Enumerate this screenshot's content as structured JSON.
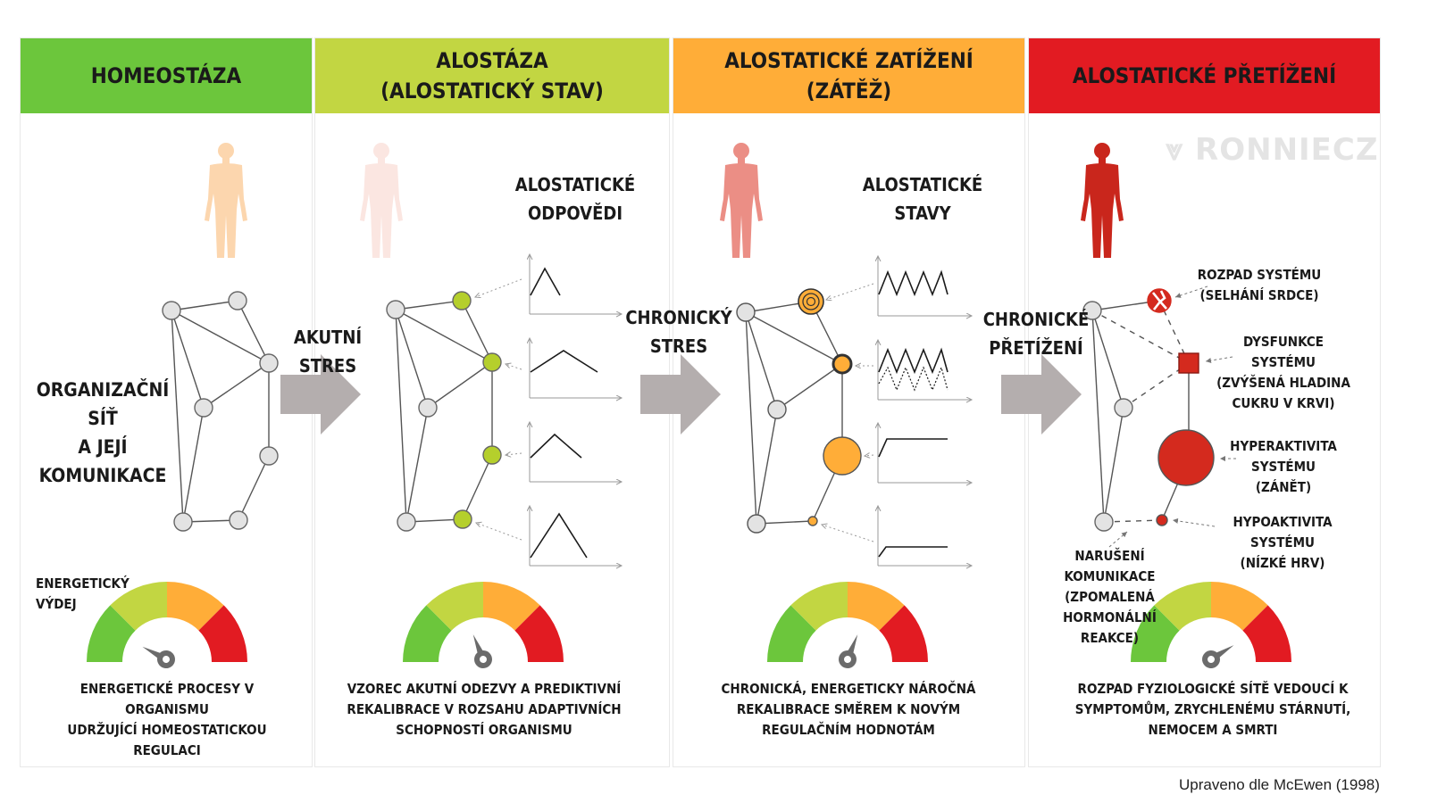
{
  "headers": {
    "homeostasis": [
      "HOMEOSTÁZA"
    ],
    "allostasis": [
      "ALOSTÁZA",
      "(ALOSTATICKÝ STAV)"
    ],
    "load": [
      "ALOSTATICKÉ ZATÍŽENÍ",
      "(ZÁTĚŽ)"
    ],
    "overload": [
      "ALOSTATICKÉ PŘETÍŽENÍ"
    ]
  },
  "colors": {
    "green": "#6cc63c",
    "yellow_green": "#c2d642",
    "orange": "#ffad38",
    "red": "#e21b22"
  },
  "network_label": [
    "ORGANIZAČNÍ SÍŤ",
    "A JEJÍ",
    "KOMUNIKACE"
  ],
  "arrows": {
    "acute": [
      "AKUTNÍ STRES"
    ],
    "chronic": [
      "CHRONICKÝ",
      "STRES"
    ],
    "overload": [
      "CHRONICKÉ",
      "PŘETÍŽENÍ"
    ]
  },
  "responses_label": [
    "ALOSTATICKÉ",
    "ODPOVĚDI"
  ],
  "states_label": [
    "ALOSTATICKÉ",
    "STAVY"
  ],
  "energy_label": [
    "ENERGETICKÝ",
    "VÝDEJ"
  ],
  "descriptions": {
    "homeostasis": [
      "ENERGETICKÉ PROCESY V ORGANISMU",
      "UDRŽUJÍCÍ HOMEOSTATICKOU",
      "REGULACI"
    ],
    "allostasis": [
      "VZOREC AKUTNÍ ODEZVY A PREDIKTIVNÍ",
      "REKALIBRACE V ROZSAHU ADAPTIVNÍCH",
      "SCHOPNOSTÍ ORGANISMU"
    ],
    "load": [
      "CHRONICKÁ, ENERGETICKY NÁROČNÁ",
      "REKALIBRACE SMĚREM K NOVÝM",
      "REGULAČNÍM HODNOTÁM"
    ],
    "overload": [
      "ROZPAD FYZIOLOGICKÉ SÍTĚ VEDOUCÍ K",
      "SYMPTOMŮM, ZRYCHLENÉMU STÁRNUTÍ,",
      "NEMOCEM A SMRTI"
    ]
  },
  "overload_annotations": {
    "breakdown": [
      "ROZPAD SYSTÉMU",
      "(SELHÁNÍ SRDCE)"
    ],
    "dysfunction": [
      "DYSFUNKCE SYSTÉMU",
      "(ZVÝŠENÁ HLADINA",
      "CUKRU V KRVI)"
    ],
    "hyperactivity": [
      "HYPERAKTIVITA",
      "SYSTÉMU (ZÁNĚT)"
    ],
    "hypoactivity": [
      "HYPOAKTIVITA SYSTÉMU",
      "(NÍZKÉ HRV)"
    ],
    "communication": [
      "NARUŠENÍ KOMUNIKACE",
      "(ZPOMALENÁ HORMONÁLNÍ",
      "REAKCE)"
    ]
  },
  "watermark": "RONNIECZ",
  "credit": "Upraveno dle McEwen (1998)"
}
